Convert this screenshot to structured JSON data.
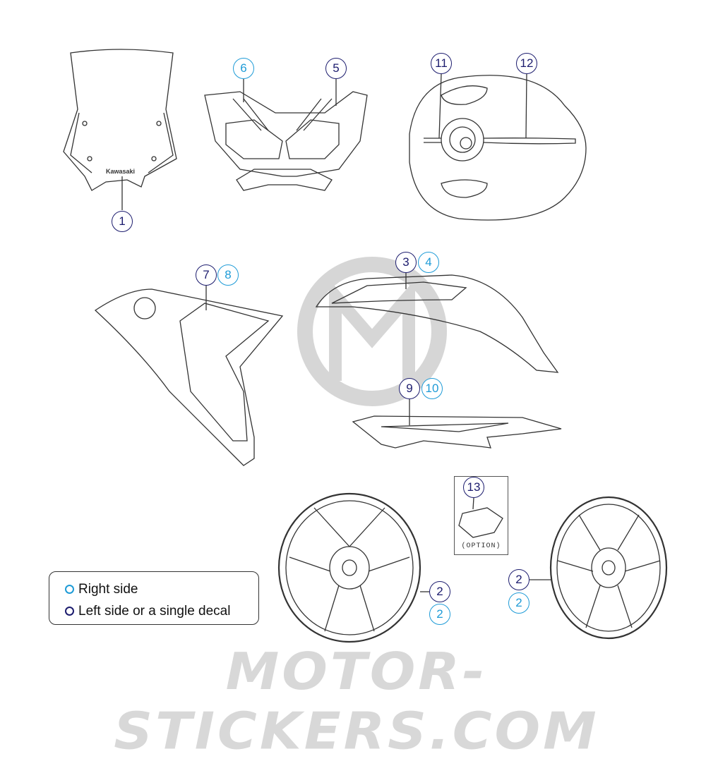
{
  "colors": {
    "left_side": "#1c1c6e",
    "right_side": "#1e9bd7",
    "watermark": "#d8d8d8"
  },
  "watermark": "MOTOR-STICKERS.COM",
  "windscreen_text": "Kawasaki",
  "option_label": "(OPTION)",
  "legend": {
    "right": "Right side",
    "left": "Left side or a single decal"
  },
  "callouts": [
    {
      "id": "c6",
      "label": "6",
      "side": "right"
    },
    {
      "id": "c5",
      "label": "5",
      "side": "left"
    },
    {
      "id": "c11",
      "label": "11",
      "side": "left"
    },
    {
      "id": "c12",
      "label": "12",
      "side": "left"
    },
    {
      "id": "c1",
      "label": "1",
      "side": "left"
    },
    {
      "id": "c7",
      "label": "7",
      "side": "left"
    },
    {
      "id": "c8",
      "label": "8",
      "side": "right"
    },
    {
      "id": "c3",
      "label": "3",
      "side": "left"
    },
    {
      "id": "c4",
      "label": "4",
      "side": "right"
    },
    {
      "id": "c9",
      "label": "9",
      "side": "left"
    },
    {
      "id": "c10",
      "label": "10",
      "side": "right"
    },
    {
      "id": "c13",
      "label": "13",
      "side": "left"
    },
    {
      "id": "c2a",
      "label": "2",
      "side": "left"
    },
    {
      "id": "c2b",
      "label": "2",
      "side": "right"
    },
    {
      "id": "c2c",
      "label": "2",
      "side": "left"
    },
    {
      "id": "c2d",
      "label": "2",
      "side": "right"
    }
  ]
}
